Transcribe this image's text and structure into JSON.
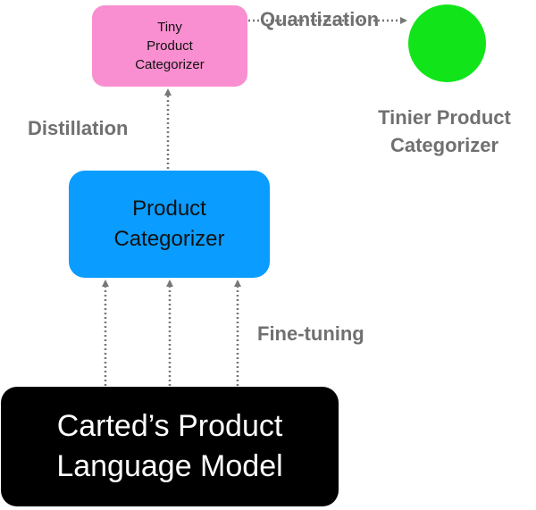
{
  "nodes": {
    "tiny_categorizer": {
      "label": "Tiny\nProduct\nCategorizer",
      "color": "#f98fd0"
    },
    "product_categorizer": {
      "label": "Product\nCategorizer",
      "color": "#0a9cff"
    },
    "language_model": {
      "label": "Carted’s Product\nLanguage Model",
      "color": "#000000"
    },
    "tinier_categorizer": {
      "label": "Tinier Product\nCategorizer",
      "color": "#11e51a"
    }
  },
  "edges": {
    "quantization": {
      "label": "Quantization"
    },
    "distillation": {
      "label": "Distillation"
    },
    "fine_tuning": {
      "label": "Fine-tuning"
    }
  },
  "edge_color": "#777777"
}
